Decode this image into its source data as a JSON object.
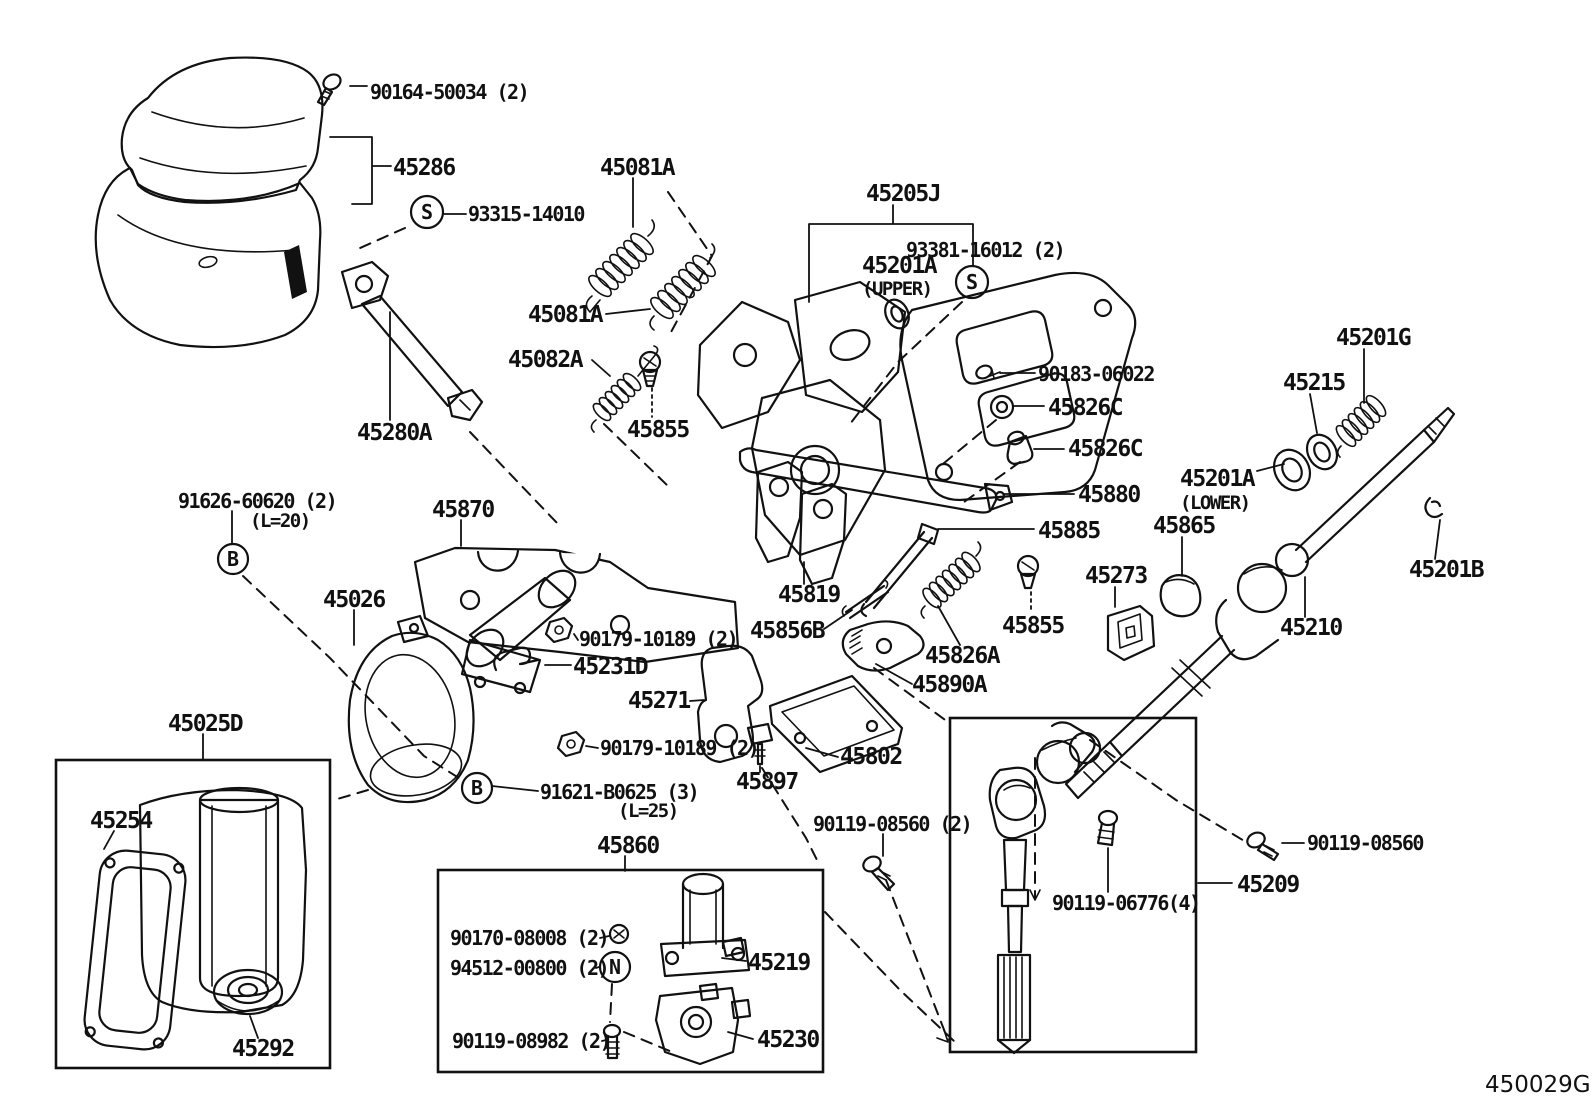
{
  "diagram": {
    "code": "450029G"
  },
  "symbols": {
    "s": "S",
    "b": "B",
    "n": "N"
  },
  "labels": {
    "l90164": {
      "text": "90164-50034 (2)"
    },
    "l45286": {
      "text": "45286"
    },
    "l93315": {
      "text": "93315-14010"
    },
    "l45081a1": {
      "text": "45081A"
    },
    "l45081a2": {
      "text": "45081A"
    },
    "l45082a": {
      "text": "45082A"
    },
    "l45855a": {
      "text": "45855"
    },
    "l45280a": {
      "text": "45280A"
    },
    "l45205j": {
      "text": "45205J"
    },
    "l93381": {
      "text": "93381-16012 (2)"
    },
    "l45201au": {
      "text": "45201A"
    },
    "lupper": {
      "text": "(UPPER)"
    },
    "l90183": {
      "text": "90183-06022"
    },
    "l45826c1": {
      "text": "45826C"
    },
    "l45826c2": {
      "text": "45826C"
    },
    "l45201g": {
      "text": "45201G"
    },
    "l45215": {
      "text": "45215"
    },
    "l45201al": {
      "text": "45201A"
    },
    "llower": {
      "text": "(LOWER)"
    },
    "l45865": {
      "text": "45865"
    },
    "l45201b": {
      "text": "45201B"
    },
    "l45210": {
      "text": "45210"
    },
    "l45273": {
      "text": "45273"
    },
    "l45880": {
      "text": "45880"
    },
    "l45885": {
      "text": "45885"
    },
    "l45855b": {
      "text": "45855"
    },
    "l45819": {
      "text": "45819"
    },
    "l45856b": {
      "text": "45856B"
    },
    "l45826a": {
      "text": "45826A"
    },
    "l45890a": {
      "text": "45890A"
    },
    "l91626": {
      "text": "91626-60620 (2)"
    },
    "ll20": {
      "text": "(L=20)"
    },
    "l45870": {
      "text": "45870"
    },
    "l45026": {
      "text": "45026"
    },
    "l45025d": {
      "text": "45025D"
    },
    "l45254": {
      "text": "45254"
    },
    "l45292": {
      "text": "45292"
    },
    "l90179a": {
      "text": "90179-10189 (2)"
    },
    "l45231d": {
      "text": "45231D"
    },
    "l45271": {
      "text": "45271"
    },
    "l90179b": {
      "text": "90179-10189 (2)"
    },
    "l45897": {
      "text": "45897"
    },
    "l45802": {
      "text": "45802"
    },
    "l91621": {
      "text": "91621-B0625 (3)"
    },
    "ll25": {
      "text": "(L=25)"
    },
    "l45860": {
      "text": "45860"
    },
    "l90170": {
      "text": "90170-08008 (2)"
    },
    "l94512": {
      "text": "94512-00800 (2)"
    },
    "l90119a": {
      "text": "90119-08982 (2)"
    },
    "l45219": {
      "text": "45219"
    },
    "l45230": {
      "text": "45230"
    },
    "l90119b": {
      "text": "90119-08560 (2)"
    },
    "l90119c": {
      "text": "90119-08560"
    },
    "l90119d": {
      "text": "90119-06776(4)"
    },
    "l45209": {
      "text": "45209"
    }
  }
}
